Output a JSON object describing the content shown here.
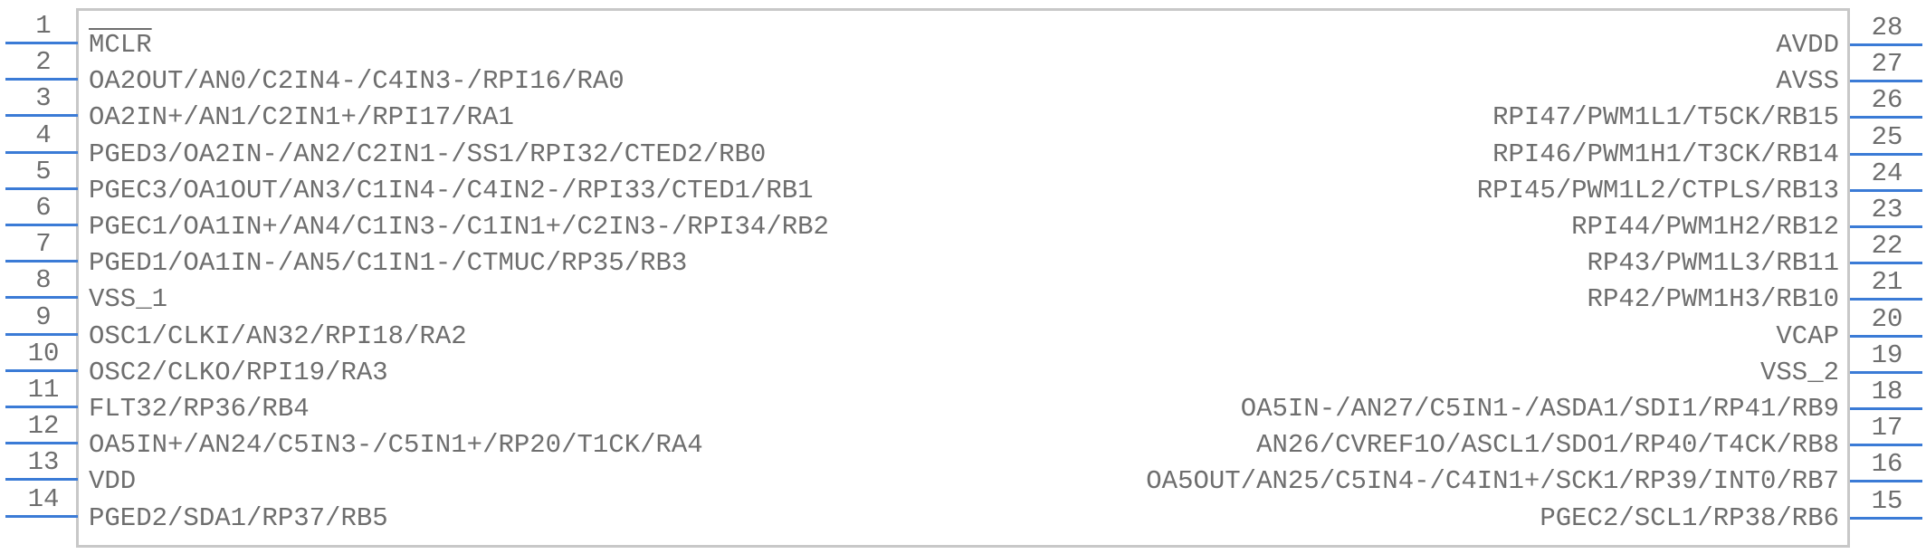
{
  "colors": {
    "pin_line": "#3b7bd6",
    "body_border": "#c8c8c8",
    "text": "#6e6e6e"
  },
  "left_pins": [
    {
      "number": "1",
      "label": "MCLR",
      "overline": "MCLR"
    },
    {
      "number": "2",
      "label": "OA2OUT/AN0/C2IN4-/C4IN3-/RPI16/RA0"
    },
    {
      "number": "3",
      "label": "OA2IN+/AN1/C2IN1+/RPI17/RA1"
    },
    {
      "number": "4",
      "label": "PGED3/OA2IN-/AN2/C2IN1-/SS1/RPI32/CTED2/RB0"
    },
    {
      "number": "5",
      "label": "PGEC3/OA1OUT/AN3/C1IN4-/C4IN2-/RPI33/CTED1/RB1"
    },
    {
      "number": "6",
      "label": "PGEC1/OA1IN+/AN4/C1IN3-/C1IN1+/C2IN3-/RPI34/RB2"
    },
    {
      "number": "7",
      "label": "PGED1/OA1IN-/AN5/C1IN1-/CTMUC/RP35/RB3"
    },
    {
      "number": "8",
      "label": "VSS_1"
    },
    {
      "number": "9",
      "label": "OSC1/CLKI/AN32/RPI18/RA2"
    },
    {
      "number": "10",
      "label": "OSC2/CLKO/RPI19/RA3"
    },
    {
      "number": "11",
      "label": "FLT32/RP36/RB4"
    },
    {
      "number": "12",
      "label": "OA5IN+/AN24/C5IN3-/C5IN1+/RP20/T1CK/RA4"
    },
    {
      "number": "13",
      "label": "VDD"
    },
    {
      "number": "14",
      "label": "PGED2/SDA1/RP37/RB5"
    }
  ],
  "right_pins": [
    {
      "number": "28",
      "label": "AVDD"
    },
    {
      "number": "27",
      "label": "AVSS"
    },
    {
      "number": "26",
      "label": "RPI47/PWM1L1/T5CK/RB15"
    },
    {
      "number": "25",
      "label": "RPI46/PWM1H1/T3CK/RB14"
    },
    {
      "number": "24",
      "label": "RPI45/PWM1L2/CTPLS/RB13"
    },
    {
      "number": "23",
      "label": "RPI44/PWM1H2/RB12"
    },
    {
      "number": "22",
      "label": "RP43/PWM1L3/RB11"
    },
    {
      "number": "21",
      "label": "RP42/PWM1H3/RB10"
    },
    {
      "number": "20",
      "label": "VCAP"
    },
    {
      "number": "19",
      "label": "VSS_2"
    },
    {
      "number": "18",
      "label": "OA5IN-/AN27/C5IN1-/ASDA1/SDI1/RP41/RB9"
    },
    {
      "number": "17",
      "label": "AN26/CVREF1O/ASCL1/SDO1/RP40/T4CK/RB8"
    },
    {
      "number": "16",
      "label": "OA5OUT/AN25/C5IN4-/C4IN1+/SCK1/RP39/INT0/RB7"
    },
    {
      "number": "15",
      "label": "PGEC2/SCL1/RP38/RB6"
    }
  ]
}
